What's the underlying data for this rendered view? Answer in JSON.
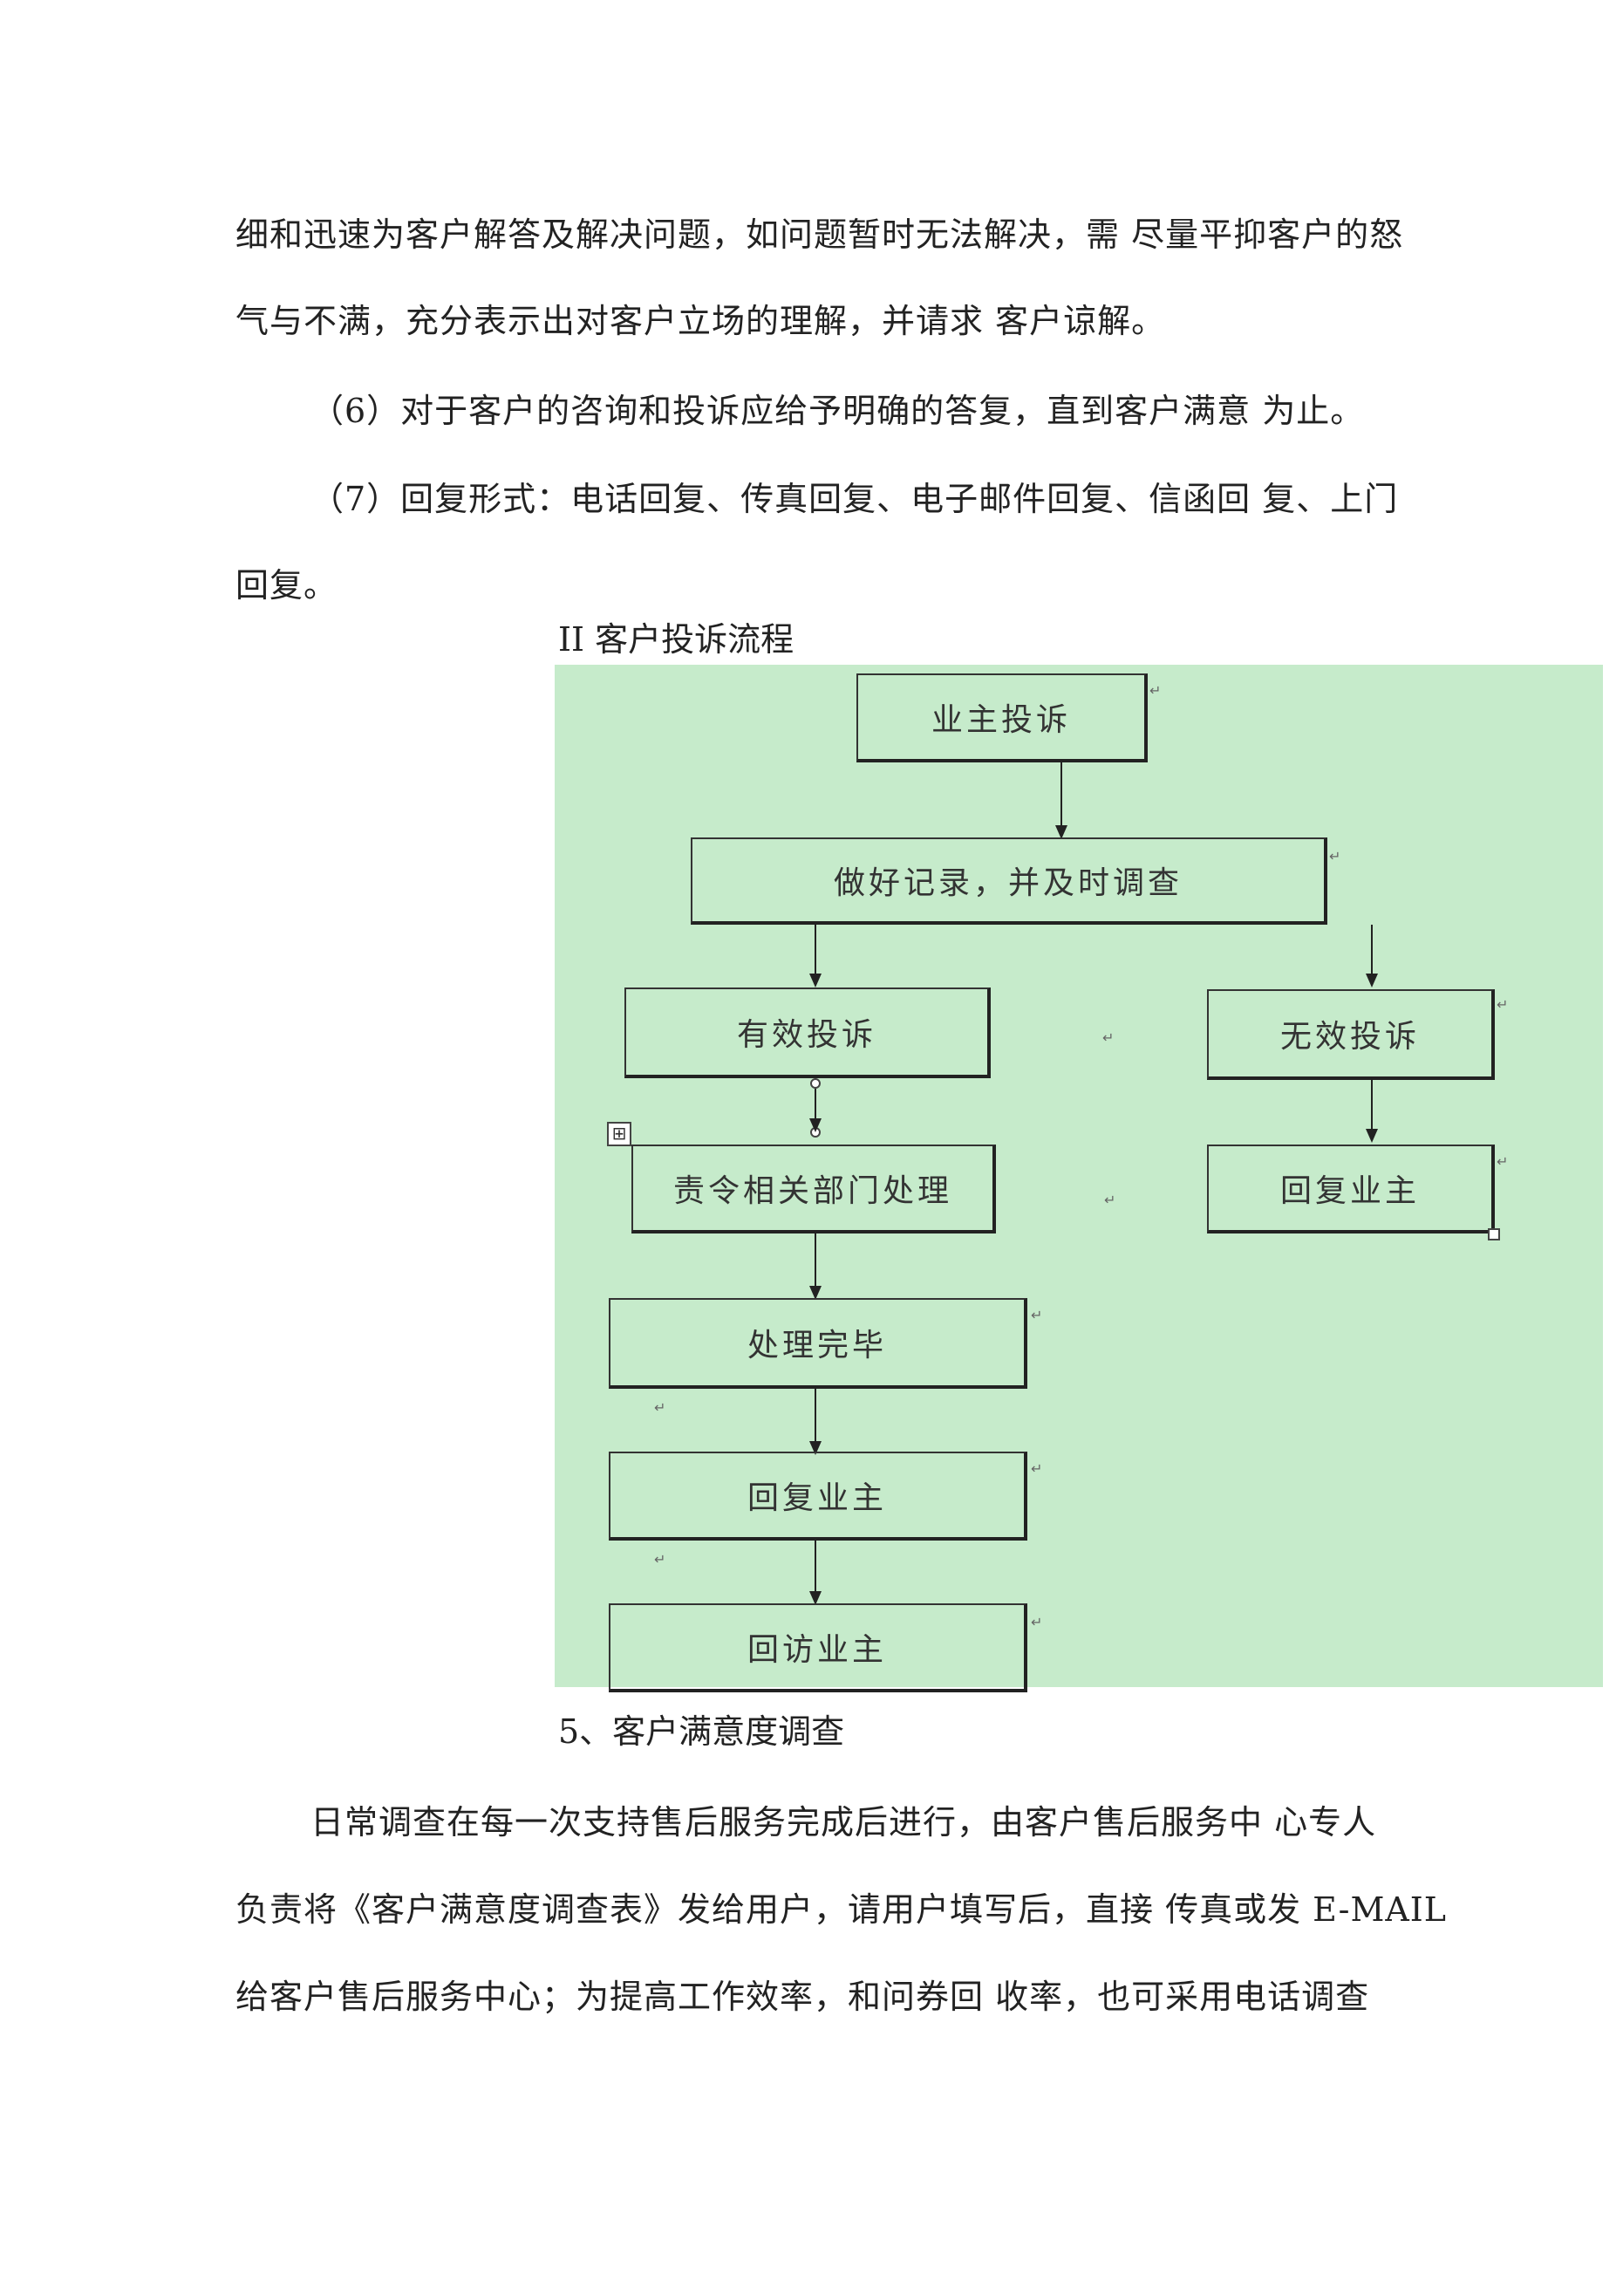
{
  "paragraph1": {
    "lines": [
      "细和迅速为客户解答及解决问题，如问题暂时无法解决，需 尽量平抑客户的怒",
      "气与不满，充分表示出对客户立场的理解，并请求 客户谅解。"
    ]
  },
  "item6": "（6）对于客户的咨询和投诉应给予明确的答复，直到客户满意 为止。",
  "item7": {
    "lines": [
      "（7）回复形式：电话回复、传真回复、电子邮件回复、信函回 复、上门",
      "回复。"
    ]
  },
  "flow_title": "II 客户投诉流程",
  "flowchart": {
    "mark": "↵",
    "anchor_icon": "⊞",
    "boxes": {
      "complaint": "业主投诉",
      "record": "做好记录，并及时调查",
      "valid": "有效投诉",
      "invalid": "无效投诉",
      "assign": "责令相关部门处理",
      "reply_right": "回复业主",
      "done": "处理完毕",
      "reply": "回复业主",
      "revisit": "回访业主"
    }
  },
  "section5_title": "5、客户满意度调查",
  "paragraph5": {
    "lines": [
      "日常调查在每一次支持售后服务完成后进行，由客户售后服务中 心专人",
      "负责将《客户满意度调查表》发给用户，请用户填写后，直接 传真或发 E-MAIL",
      "给客户售后服务中心；为提高工作效率，和问券回 收率，也可采用电话调查"
    ]
  }
}
